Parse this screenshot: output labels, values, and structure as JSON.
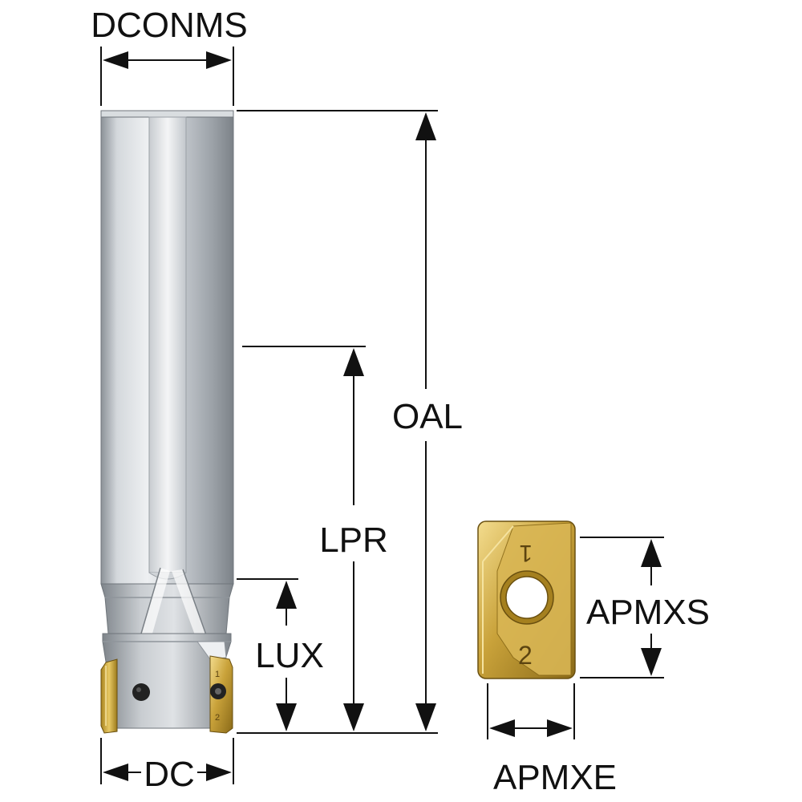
{
  "labels": {
    "dconms": "DCONMS",
    "oal": "OAL",
    "lpr": "LPR",
    "lux": "LUX",
    "dc": "DC",
    "apmxs": "APMXS",
    "apmxe": "APMXE"
  },
  "insert_marks": {
    "edge_1": "1",
    "edge_2": "2"
  },
  "colors": {
    "shank_light": "#e6e8ea",
    "shank_mid": "#b4b9be",
    "shank_dark": "#7f858b",
    "insert_gold": "#c9a23a",
    "insert_light": "#f0d98a",
    "insert_dark": "#8a6a18",
    "line": "#111111"
  }
}
